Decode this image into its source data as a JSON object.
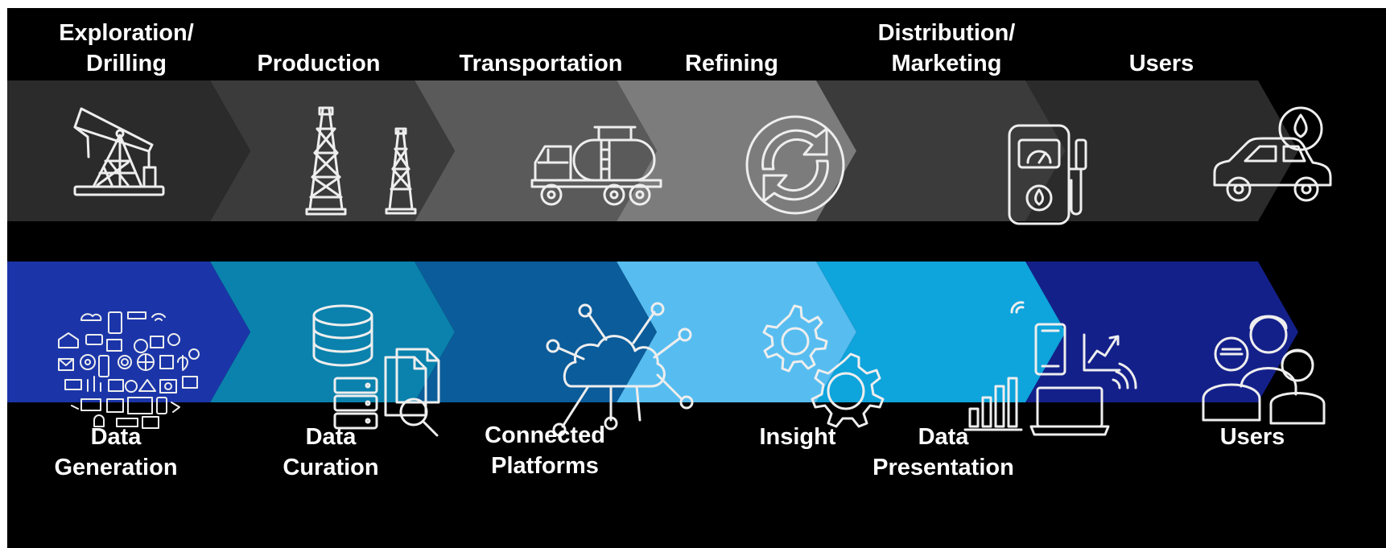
{
  "oil_chain": {
    "stages": [
      {
        "label_line1": "Exploration/",
        "label_line2": "Drilling",
        "icon": "oil-pumpjack-icon",
        "color": "#2b2b2b"
      },
      {
        "label_line1": "",
        "label_line2": "Production",
        "icon": "drilling-rigs-icon",
        "color": "#3b3b3b"
      },
      {
        "label_line1": "",
        "label_line2": "Transportation",
        "icon": "tanker-truck-icon",
        "color": "#5a5a5a"
      },
      {
        "label_line1": "",
        "label_line2": "Refining",
        "icon": "refresh-cycle-icon",
        "color": "#7c7c7c"
      },
      {
        "label_line1": "Distribution/",
        "label_line2": "Marketing",
        "icon": "fuel-pump-icon",
        "color": "#3b3b3b"
      },
      {
        "label_line1": "",
        "label_line2": "Users",
        "icon": "car-fuel-drop-icon",
        "color": "#2b2b2b"
      }
    ]
  },
  "data_chain": {
    "stages": [
      {
        "label_line1": "Data",
        "label_line2": "Generation",
        "icon": "iot-devices-cluster-icon",
        "color": "#1b35a9"
      },
      {
        "label_line1": "Data",
        "label_line2": "Curation",
        "icon": "database-documents-icon",
        "color": "#0a82ad"
      },
      {
        "label_line1": "Connected",
        "label_line2": "Platforms",
        "icon": "cloud-network-icon",
        "color": "#0b5c9a"
      },
      {
        "label_line1": "",
        "label_line2": "Insight",
        "icon": "gears-icon",
        "color": "#57bdf0"
      },
      {
        "label_line1": "Data",
        "label_line2": "Presentation",
        "icon": "devices-analytics-icon",
        "color": "#0ea4dc"
      },
      {
        "label_line1": "",
        "label_line2": "Users",
        "icon": "people-group-icon",
        "color": "#14208a"
      }
    ]
  }
}
